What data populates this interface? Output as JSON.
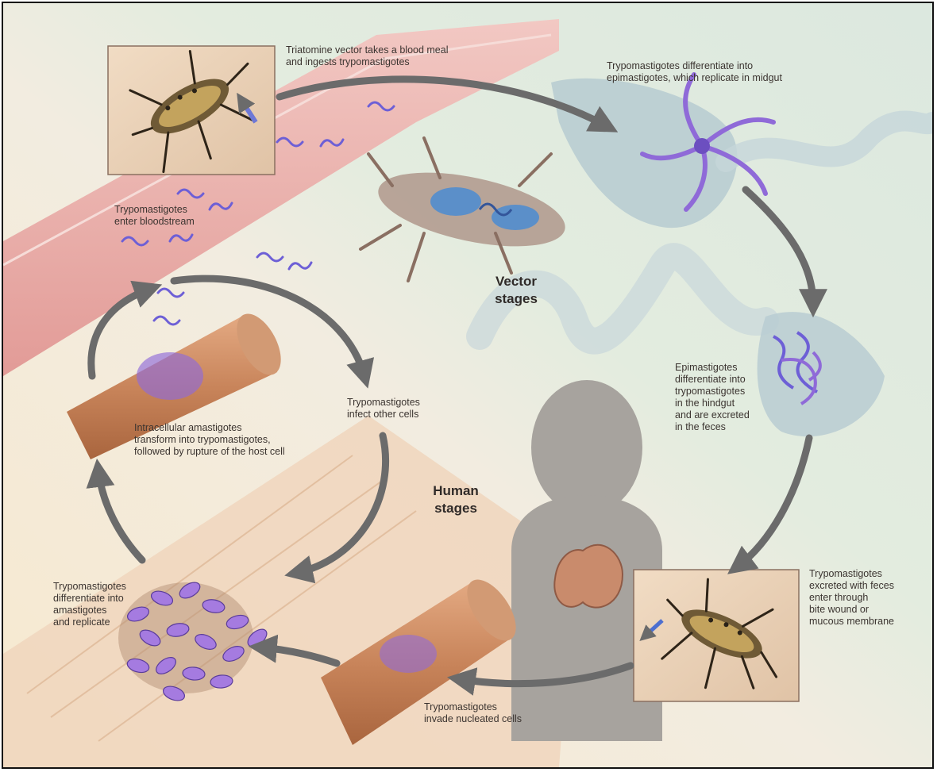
{
  "vector_stages_label": "Vector\nstages",
  "human_stages_label": "Human\nstages",
  "steps": {
    "blood_meal": "Triatomine vector takes a blood meal\nand ingests trypomastigotes",
    "midgut": "Trypomastigotes differentiate into\nepimastigotes, which replicate in midgut",
    "hindgut": "Epimastigotes\ndifferentiate into\ntrypomastigotes\nin the hindgut\nand are excreted\nin the feces",
    "excreted": "Trypomastigotes\nexcreted with feces\nenter through\nbite wound or\nmucous membrane",
    "invade": "Trypomastigotes\ninvade nucleated cells",
    "replicate": "Trypomastigotes\ndifferentiate into\namastigotes\nand replicate",
    "rupture": "Intracellular amastigotes\ntransform into trypomastigotes,\nfollowed by rupture of the host cell",
    "infect_other": "Trypomastigotes\ninfect other cells",
    "bloodstream": "Trypomastigotes\nenter bloodstream"
  },
  "colors": {
    "arrow": "#6b6b6b",
    "vector_background": "#dfe9dd",
    "human_background": "#f6ead2",
    "blood_vessel": "#e9b3b0",
    "gut": "#b9cdd2",
    "parasite": "#8f6ad8",
    "muscle_tissue": "#c98a62",
    "silhouette": "#9f9c97"
  },
  "icons": [
    "triatomine-bug-icon",
    "human-silhouette-icon",
    "heart-icon",
    "parasite-icon"
  ]
}
